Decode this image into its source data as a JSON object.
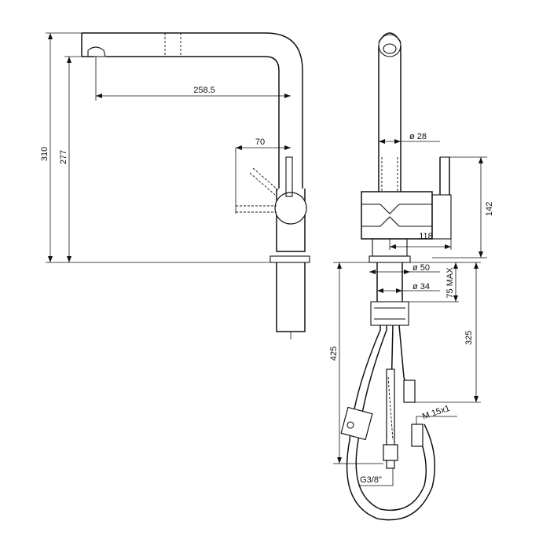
{
  "dimensions": {
    "height_total": "310",
    "height_spout": "277",
    "reach": "258.5",
    "lever_offset": "70",
    "spout_diameter": "ø 28",
    "body_height": "142",
    "body_width": "118",
    "base_diameter": "ø 50",
    "shank_diameter": "ø 34",
    "deck_max": "75 MAX",
    "hose_length": "325",
    "total_below": "425",
    "thread_m": "M 15x1",
    "thread_g": "G3/8\""
  }
}
